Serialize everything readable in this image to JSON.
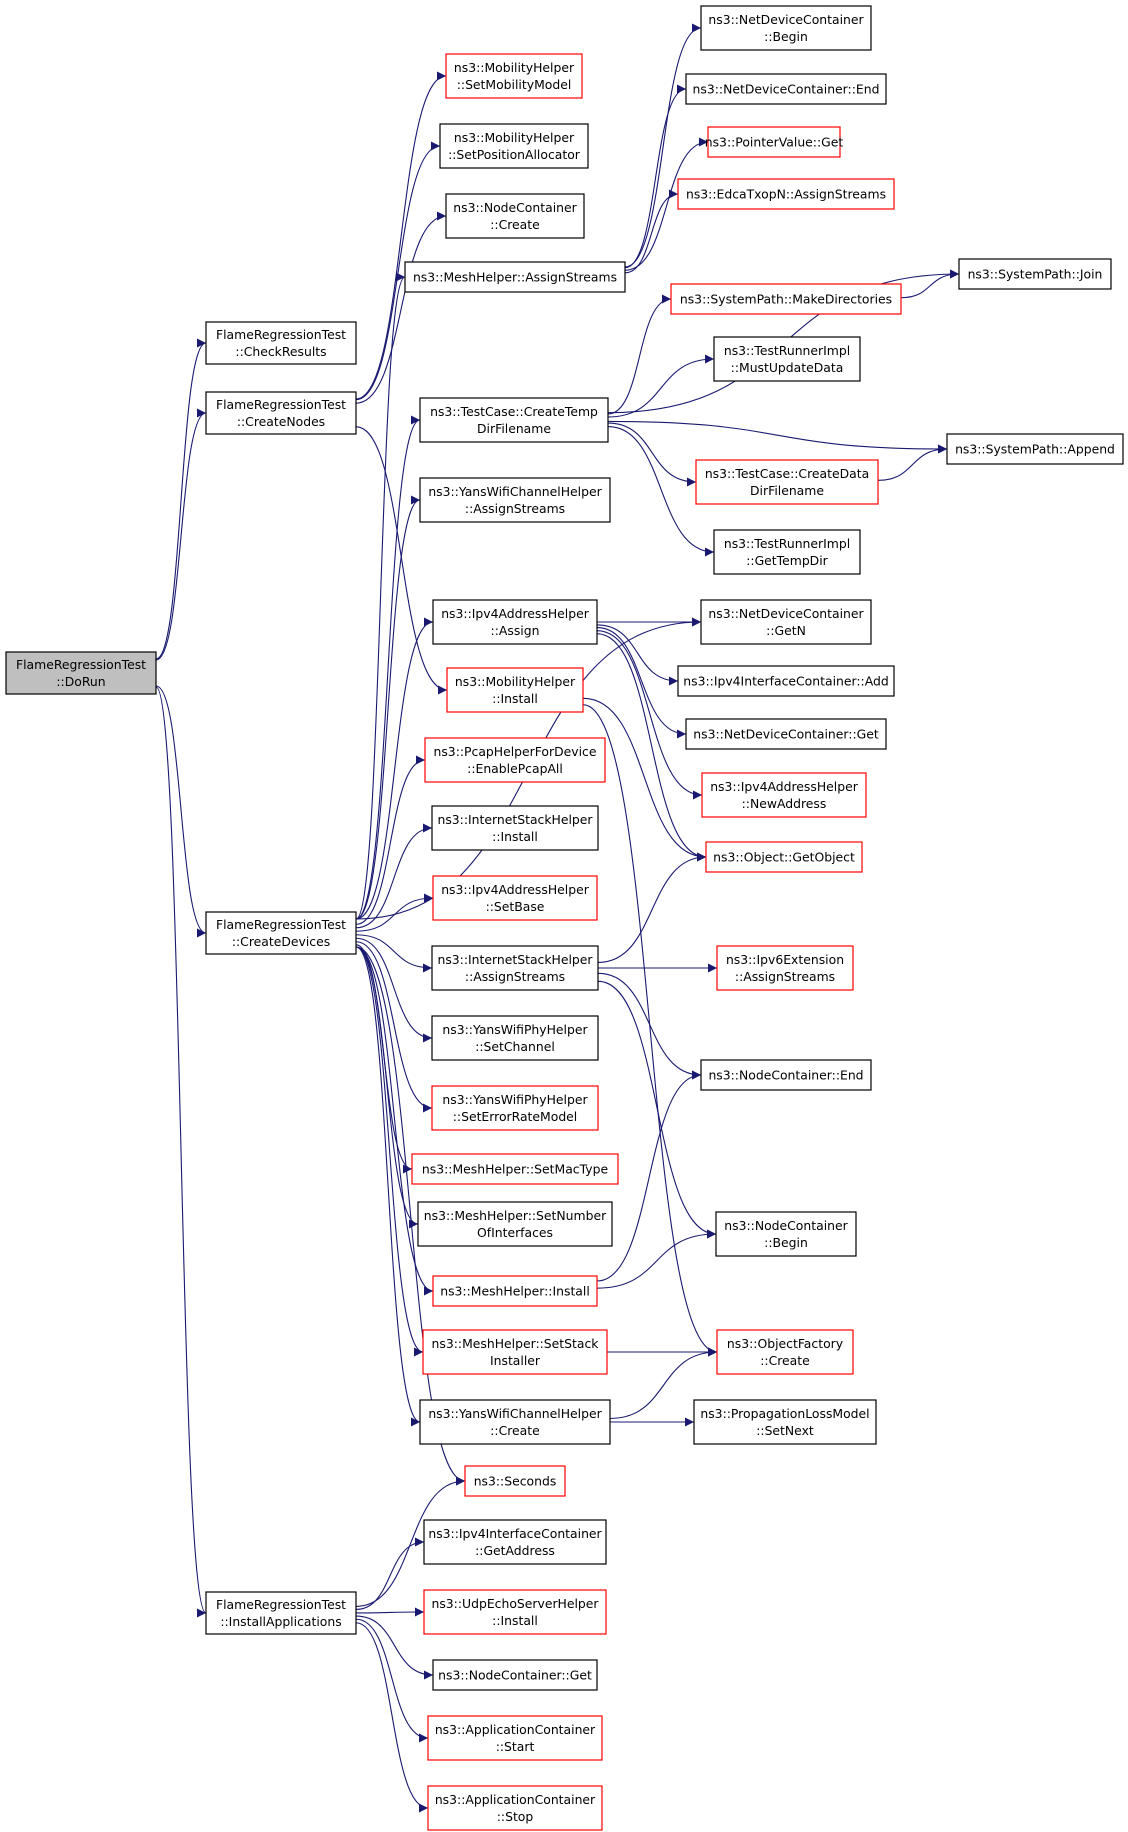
{
  "colors": {
    "edge": "#191970",
    "border_default": "#000000",
    "border_undocumented": "#ff0000",
    "fill_default": "#ffffff",
    "fill_root": "#bfbfbf",
    "text": "#000000"
  },
  "nodes": [
    {
      "id": "dorun",
      "lines": [
        "FlameRegressionTest",
        "::DoRun"
      ],
      "style": "root"
    },
    {
      "id": "checkresults",
      "lines": [
        "FlameRegressionTest",
        "::CheckResults"
      ],
      "style": "black"
    },
    {
      "id": "createnodes",
      "lines": [
        "FlameRegressionTest",
        "::CreateNodes"
      ],
      "style": "black"
    },
    {
      "id": "createdevices",
      "lines": [
        "FlameRegressionTest",
        "::CreateDevices"
      ],
      "style": "black"
    },
    {
      "id": "installapps",
      "lines": [
        "FlameRegressionTest",
        "::InstallApplications"
      ],
      "style": "black"
    },
    {
      "id": "setmobilitymodel",
      "lines": [
        "ns3::MobilityHelper",
        "::SetMobilityModel"
      ],
      "style": "red"
    },
    {
      "id": "setpositionallocator",
      "lines": [
        "ns3::MobilityHelper",
        "::SetPositionAllocator"
      ],
      "style": "black"
    },
    {
      "id": "nodecontainercreate",
      "lines": [
        "ns3::NodeContainer",
        "::Create"
      ],
      "style": "black"
    },
    {
      "id": "meshassignstreams",
      "lines": [
        "ns3::MeshHelper::AssignStreams"
      ],
      "style": "black"
    },
    {
      "id": "createtempdirfilename",
      "lines": [
        "ns3::TestCase::CreateTemp",
        "DirFilename"
      ],
      "style": "black"
    },
    {
      "id": "yanschannelassign",
      "lines": [
        "ns3::YansWifiChannelHelper",
        "::AssignStreams"
      ],
      "style": "black"
    },
    {
      "id": "ipv4assign",
      "lines": [
        "ns3::Ipv4AddressHelper",
        "::Assign"
      ],
      "style": "black"
    },
    {
      "id": "mobilityinstall",
      "lines": [
        "ns3::MobilityHelper",
        "::Install"
      ],
      "style": "red"
    },
    {
      "id": "enablepcapall",
      "lines": [
        "ns3::PcapHelperForDevice",
        "::EnablePcapAll"
      ],
      "style": "red"
    },
    {
      "id": "internetinstall",
      "lines": [
        "ns3::InternetStackHelper",
        "::Install"
      ],
      "style": "black"
    },
    {
      "id": "ipv4setbase",
      "lines": [
        "ns3::Ipv4AddressHelper",
        "::SetBase"
      ],
      "style": "red"
    },
    {
      "id": "internetassign",
      "lines": [
        "ns3::InternetStackHelper",
        "::AssignStreams"
      ],
      "style": "black"
    },
    {
      "id": "setchannel",
      "lines": [
        "ns3::YansWifiPhyHelper",
        "::SetChannel"
      ],
      "style": "black"
    },
    {
      "id": "seterrorratemodel",
      "lines": [
        "ns3::YansWifiPhyHelper",
        "::SetErrorRateModel"
      ],
      "style": "red"
    },
    {
      "id": "setmactype",
      "lines": [
        "ns3::MeshHelper::SetMacType"
      ],
      "style": "red"
    },
    {
      "id": "setnumberinterfaces",
      "lines": [
        "ns3::MeshHelper::SetNumber",
        "OfInterfaces"
      ],
      "style": "black"
    },
    {
      "id": "meshinstall",
      "lines": [
        "ns3::MeshHelper::Install"
      ],
      "style": "red"
    },
    {
      "id": "setstackinstaller",
      "lines": [
        "ns3::MeshHelper::SetStack",
        "Installer"
      ],
      "style": "red"
    },
    {
      "id": "yanschannelcreate",
      "lines": [
        "ns3::YansWifiChannelHelper",
        "::Create"
      ],
      "style": "black"
    },
    {
      "id": "seconds",
      "lines": [
        "ns3::Seconds"
      ],
      "style": "red"
    },
    {
      "id": "getaddress",
      "lines": [
        "ns3::Ipv4InterfaceContainer",
        "::GetAddress"
      ],
      "style": "black"
    },
    {
      "id": "udpechoinstall",
      "lines": [
        "ns3::UdpEchoServerHelper",
        "::Install"
      ],
      "style": "red"
    },
    {
      "id": "nodecontainerget",
      "lines": [
        "ns3::NodeContainer::Get"
      ],
      "style": "black"
    },
    {
      "id": "appstart",
      "lines": [
        "ns3::ApplicationContainer",
        "::Start"
      ],
      "style": "red"
    },
    {
      "id": "appstop",
      "lines": [
        "ns3::ApplicationContainer",
        "::Stop"
      ],
      "style": "red"
    },
    {
      "id": "ndcbegin",
      "lines": [
        "ns3::NetDeviceContainer",
        "::Begin"
      ],
      "style": "black"
    },
    {
      "id": "ndcend",
      "lines": [
        "ns3::NetDeviceContainer::End"
      ],
      "style": "black"
    },
    {
      "id": "pointervalueget",
      "lines": [
        "ns3::PointerValue::Get"
      ],
      "style": "red"
    },
    {
      "id": "edcaassign",
      "lines": [
        "ns3::EdcaTxopN::AssignStreams"
      ],
      "style": "red"
    },
    {
      "id": "systempathjoin",
      "lines": [
        "ns3::SystemPath::Join"
      ],
      "style": "black"
    },
    {
      "id": "makedirectories",
      "lines": [
        "ns3::SystemPath::MakeDirectories"
      ],
      "style": "red"
    },
    {
      "id": "mustupdatedata",
      "lines": [
        "ns3::TestRunnerImpl",
        "::MustUpdateData"
      ],
      "style": "black"
    },
    {
      "id": "systempathappend",
      "lines": [
        "ns3::SystemPath::Append"
      ],
      "style": "black"
    },
    {
      "id": "createdatadirfilename",
      "lines": [
        "ns3::TestCase::CreateData",
        "DirFilename"
      ],
      "style": "red"
    },
    {
      "id": "gettempdir",
      "lines": [
        "ns3::TestRunnerImpl",
        "::GetTempDir"
      ],
      "style": "black"
    },
    {
      "id": "ndcgetn",
      "lines": [
        "ns3::NetDeviceContainer",
        "::GetN"
      ],
      "style": "black"
    },
    {
      "id": "ipv4ifcadd",
      "lines": [
        "ns3::Ipv4InterfaceContainer::Add"
      ],
      "style": "black"
    },
    {
      "id": "ndcget",
      "lines": [
        "ns3::NetDeviceContainer::Get"
      ],
      "style": "black"
    },
    {
      "id": "newaddress",
      "lines": [
        "ns3::Ipv4AddressHelper",
        "::NewAddress"
      ],
      "style": "red"
    },
    {
      "id": "getobject",
      "lines": [
        "ns3::Object::GetObject"
      ],
      "style": "red"
    },
    {
      "id": "ipv6extassign",
      "lines": [
        "ns3::Ipv6Extension",
        "::AssignStreams"
      ],
      "style": "red"
    },
    {
      "id": "nodecontainerend",
      "lines": [
        "ns3::NodeContainer::End"
      ],
      "style": "black"
    },
    {
      "id": "nodecontainerbegin",
      "lines": [
        "ns3::NodeContainer",
        "::Begin"
      ],
      "style": "black"
    },
    {
      "id": "objectfactorycreate",
      "lines": [
        "ns3::ObjectFactory",
        "::Create"
      ],
      "style": "red"
    },
    {
      "id": "propagationsetnext",
      "lines": [
        "ns3::PropagationLossModel",
        "::SetNext"
      ],
      "style": "black"
    }
  ],
  "edges": [
    [
      "dorun",
      "checkresults"
    ],
    [
      "dorun",
      "createnodes"
    ],
    [
      "dorun",
      "createdevices"
    ],
    [
      "dorun",
      "installapps"
    ],
    [
      "createnodes",
      "setmobilitymodel"
    ],
    [
      "createnodes",
      "setpositionallocator"
    ],
    [
      "createnodes",
      "nodecontainercreate"
    ],
    [
      "createnodes",
      "mobilityinstall"
    ],
    [
      "createdevices",
      "meshassignstreams"
    ],
    [
      "createdevices",
      "createtempdirfilename"
    ],
    [
      "createdevices",
      "yanschannelassign"
    ],
    [
      "createdevices",
      "ipv4assign"
    ],
    [
      "createdevices",
      "ndcgetn"
    ],
    [
      "createdevices",
      "enablepcapall"
    ],
    [
      "createdevices",
      "internetinstall"
    ],
    [
      "createdevices",
      "ipv4setbase"
    ],
    [
      "createdevices",
      "internetassign"
    ],
    [
      "createdevices",
      "setchannel"
    ],
    [
      "createdevices",
      "seterrorratemodel"
    ],
    [
      "createdevices",
      "setmactype"
    ],
    [
      "createdevices",
      "setnumberinterfaces"
    ],
    [
      "createdevices",
      "meshinstall"
    ],
    [
      "createdevices",
      "setstackinstaller"
    ],
    [
      "createdevices",
      "yanschannelcreate"
    ],
    [
      "createdevices",
      "seconds"
    ],
    [
      "installapps",
      "seconds"
    ],
    [
      "installapps",
      "getaddress"
    ],
    [
      "installapps",
      "udpechoinstall"
    ],
    [
      "installapps",
      "nodecontainerget"
    ],
    [
      "installapps",
      "appstart"
    ],
    [
      "installapps",
      "appstop"
    ],
    [
      "meshassignstreams",
      "ndcbegin"
    ],
    [
      "meshassignstreams",
      "ndcend"
    ],
    [
      "meshassignstreams",
      "pointervalueget"
    ],
    [
      "meshassignstreams",
      "edcaassign"
    ],
    [
      "createtempdirfilename",
      "systempathjoin"
    ],
    [
      "createtempdirfilename",
      "makedirectories"
    ],
    [
      "createtempdirfilename",
      "mustupdatedata"
    ],
    [
      "createtempdirfilename",
      "systempathappend"
    ],
    [
      "createtempdirfilename",
      "createdatadirfilename"
    ],
    [
      "createtempdirfilename",
      "gettempdir"
    ],
    [
      "makedirectories",
      "systempathjoin"
    ],
    [
      "createdatadirfilename",
      "systempathappend"
    ],
    [
      "ipv4assign",
      "ndcgetn"
    ],
    [
      "ipv4assign",
      "ipv4ifcadd"
    ],
    [
      "ipv4assign",
      "ndcget"
    ],
    [
      "ipv4assign",
      "newaddress"
    ],
    [
      "ipv4assign",
      "getobject"
    ],
    [
      "mobilityinstall",
      "getobject"
    ],
    [
      "mobilityinstall",
      "objectfactorycreate"
    ],
    [
      "internetassign",
      "getobject"
    ],
    [
      "internetassign",
      "ipv6extassign"
    ],
    [
      "internetassign",
      "nodecontainerend"
    ],
    [
      "internetassign",
      "nodecontainerbegin"
    ],
    [
      "meshinstall",
      "nodecontainerend"
    ],
    [
      "meshinstall",
      "nodecontainerbegin"
    ],
    [
      "setstackinstaller",
      "objectfactorycreate"
    ],
    [
      "yanschannelcreate",
      "objectfactorycreate"
    ],
    [
      "yanschannelcreate",
      "propagationsetnext"
    ]
  ]
}
